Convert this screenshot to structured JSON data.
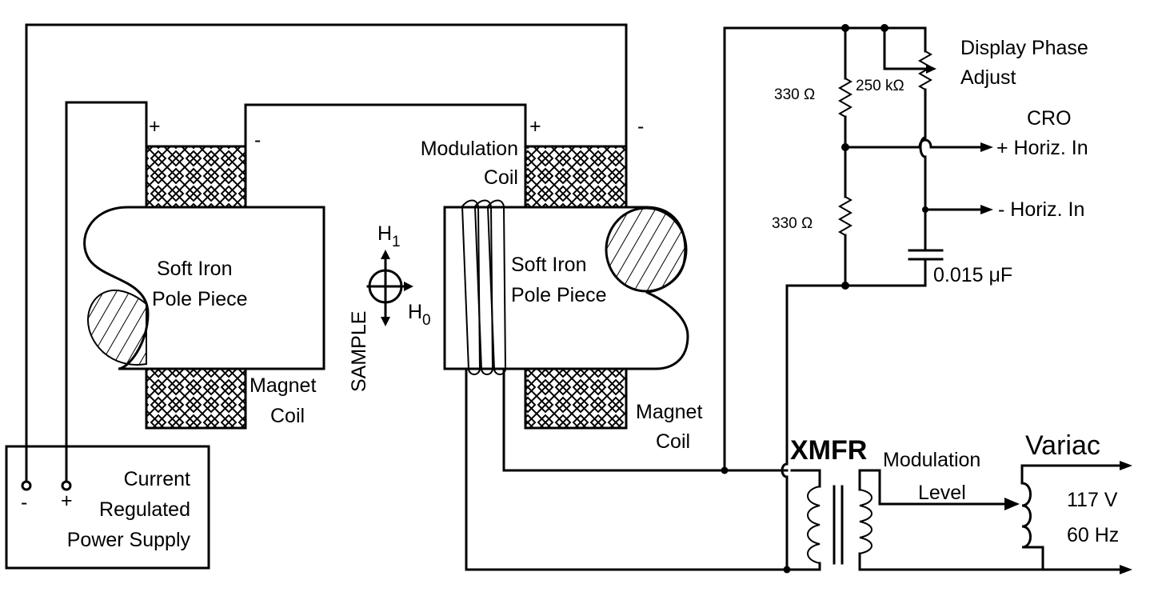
{
  "labels": {
    "display_phase_adjust": [
      "Display Phase",
      "Adjust"
    ],
    "r_top": "330 Ω",
    "r_pot": "250 kΩ",
    "r_bottom": "330 Ω",
    "cro": "CRO",
    "horiz_plus": "+ Horiz. In",
    "horiz_minus": "- Horiz. In",
    "capacitor": "0.015 μF",
    "modulation_coil": [
      "Modulation",
      "Coil"
    ],
    "left_pole": [
      "Soft Iron",
      "Pole Piece"
    ],
    "right_pole": [
      "Soft Iron",
      "Pole Piece"
    ],
    "left_magnet_coil": [
      "Magnet",
      "Coil"
    ],
    "right_magnet_coil": [
      "Magnet",
      "Coil"
    ],
    "sample": "SAMPLE",
    "h1": "H",
    "h1_sub": "1",
    "h0": "H",
    "h0_sub": "0",
    "xmfr": "XMFR",
    "modulation_level": [
      "Modulation",
      "Level"
    ],
    "variac": "Variac",
    "mains": [
      "117 V",
      "60 Hz"
    ],
    "power_supply": [
      "Current",
      "Regulated",
      "Power Supply"
    ],
    "psu_minus": "-",
    "psu_plus": "+",
    "left_coil_plus": "+",
    "left_coil_minus": "-",
    "right_coil_plus": "+",
    "right_coil_minus": "-"
  }
}
